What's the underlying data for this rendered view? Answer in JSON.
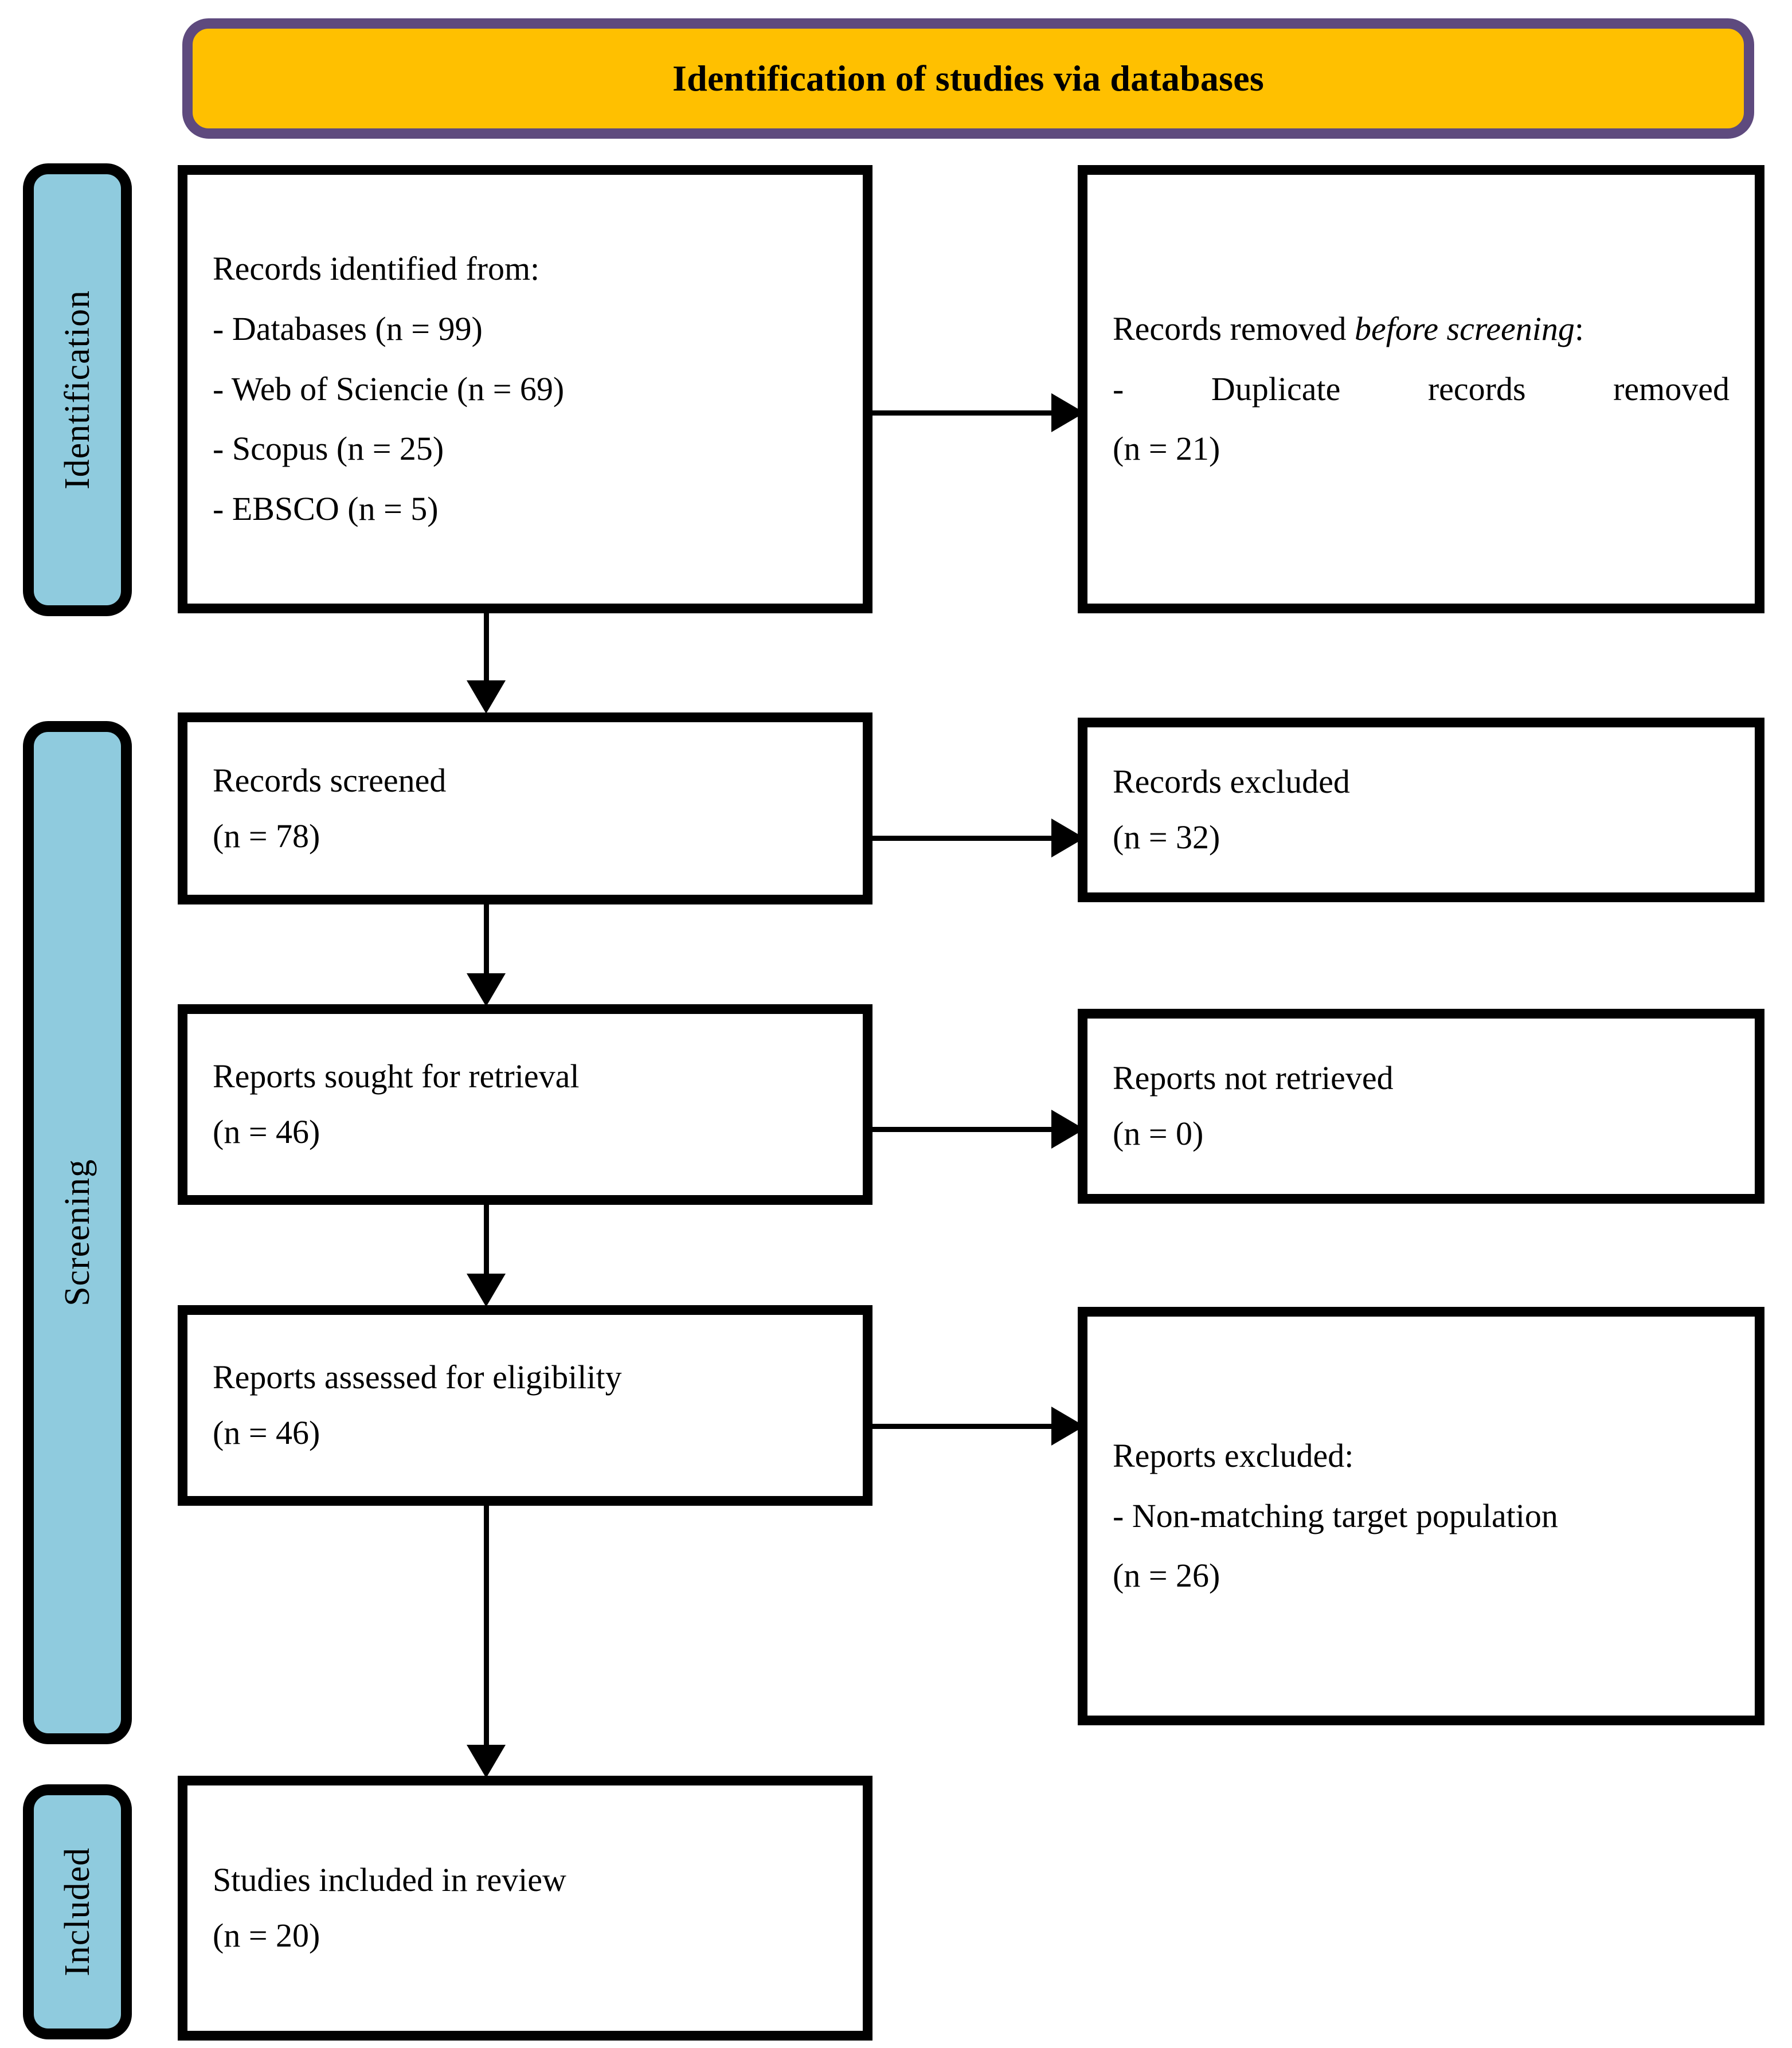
{
  "header": {
    "title": "Identification of studies via databases",
    "background_color": "#FFC000",
    "border_color": "#5E4A7E"
  },
  "stages": {
    "accent_color": "#8FCBDE",
    "identification": "Identification",
    "screening": "Screening",
    "included": "Included"
  },
  "boxes": {
    "identified": {
      "title": "Records identified from:",
      "lines": [
        "- Databases (n = 99)",
        "- Web of Sciencie (n = 69)",
        "- Scopus (n = 25)",
        "- EBSCO (n = 5)"
      ]
    },
    "removed": {
      "title_lead": "Records removed ",
      "title_italic": "before screening",
      "title_tail": ":",
      "detail": "-   Duplicate   records   removed",
      "count": "(n = 21)"
    },
    "screened": {
      "title": "Records screened",
      "count": "(n = 78)"
    },
    "excluded": {
      "title": "Records excluded",
      "count": "(n = 32)"
    },
    "sought": {
      "title": "Reports sought for retrieval",
      "count": "(n = 46)"
    },
    "not_retrieved": {
      "title": "Reports not retrieved",
      "count": "(n = 0)"
    },
    "assessed": {
      "title": "Reports assessed for eligibility",
      "count": "(n = 46)"
    },
    "reports_excluded": {
      "title": "Reports excluded:",
      "reason": "- Non-matching target population",
      "count": "(n = 26)"
    },
    "included": {
      "title": "Studies included in review",
      "count": "(n = 20)"
    }
  }
}
